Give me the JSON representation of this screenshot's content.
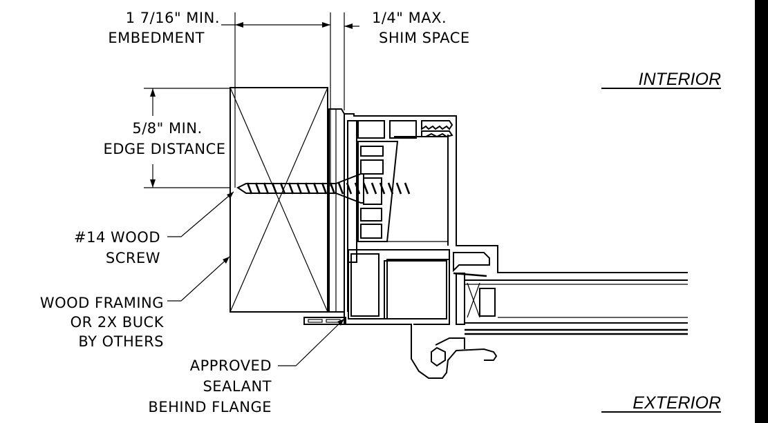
{
  "labels": {
    "embedment_line1": "1 7/16\" MIN.",
    "embedment_line2": "EMBEDMENT",
    "shim_line1": "1/4\" MAX.",
    "shim_line2": "SHIM SPACE",
    "edge_line1": "5/8\" MIN.",
    "edge_line2": "EDGE DISTANCE",
    "screw_line1": "#14 WOOD",
    "screw_line2": "SCREW",
    "framing_line1": "WOOD FRAMING",
    "framing_line2": "OR 2X BUCK",
    "framing_line3": "BY OTHERS",
    "sealant_line1": "APPROVED",
    "sealant_line2": "SEALANT",
    "sealant_line3": "BEHIND FLANGE"
  },
  "sides": {
    "interior": "INTERIOR",
    "exterior": "EXTERIOR"
  }
}
